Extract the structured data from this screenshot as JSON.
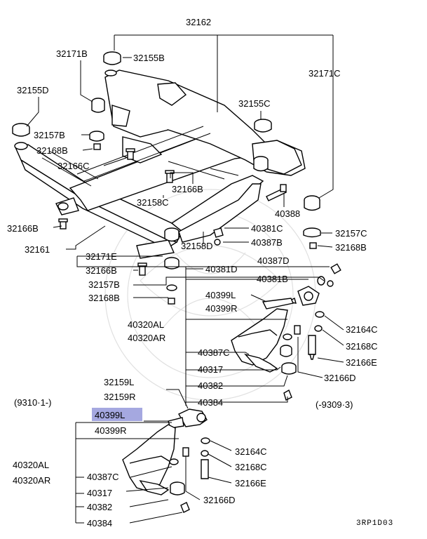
{
  "diagram": {
    "drawing_code": "3RP1D03",
    "highlight_color": "#a5a8e0",
    "labels": {
      "p32162": "32162",
      "p32171B": "32171B",
      "p32155B": "32155B",
      "p32171C": "32171C",
      "p32155D": "32155D",
      "p32155C": "32155C",
      "p32157B_top": "32157B",
      "p32168B_top": "32168B",
      "p32166C": "32166C",
      "p32166B_mid": "32166B",
      "p32158C": "32158C",
      "p40388": "40388",
      "p32166B_left": "32166B",
      "p40381C": "40381C",
      "p32157C": "32157C",
      "p40387B": "40387B",
      "p32168B_right": "32168B",
      "p32161": "32161",
      "p32171E": "32171E",
      "p32158D": "32158D",
      "p40387D": "40387D",
      "p32166B_low": "32166B",
      "p40381D": "40381D",
      "p32157B_low": "32157B",
      "p40381B": "40381B",
      "p32168B_low": "32168B",
      "p40399L_a": "40399L",
      "p40399R_a": "40399R",
      "p40320AL_a": "40320AL",
      "p40320AR_a": "40320AR",
      "p32164C_a": "32164C",
      "p32168C_a": "32168C",
      "p40387C_a": "40387C",
      "p32166E_a": "32166E",
      "p40317_a": "40317",
      "p32166D_a": "32166D",
      "p40382_a": "40382",
      "p32159L": "32159L",
      "p32159R": "32159R",
      "p40384_a": "40384",
      "range_left": "(9310·1-)",
      "range_right": "(-9309·3)",
      "p40399L_b": "40399L",
      "p40399R_b": "40399R",
      "p32164C_b": "32164C",
      "p40320AL_b": "40320AL",
      "p32168C_b": "32168C",
      "p40320AR_b": "40320AR",
      "p40387C_b": "40387C",
      "p32166E_b": "32166E",
      "p40317_b": "40317",
      "p32166D_b": "32166D",
      "p40382_b": "40382",
      "p40384_b": "40384"
    }
  }
}
